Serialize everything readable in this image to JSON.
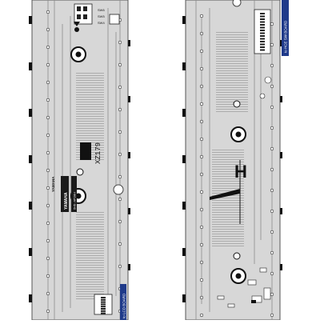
{
  "diagram": {
    "type": "pcb-layout",
    "colors": {
      "board": "#d7d7d7",
      "board_outline": "#555555",
      "trace": "#8c8c8c",
      "pad": "#ffffff",
      "ink": "#111111",
      "label_box": "#1f3a8a"
    },
    "left_board": {
      "model_label": "XZ179",
      "logo_text": "YAMAHA",
      "brand_strip": "YAMAHA",
      "code_strip": "DHS-AP3HH",
      "connector_label": "to LCD BOARD",
      "header_labels": [
        "SW6",
        "SW5",
        "SW4"
      ]
    },
    "right_board": {
      "letter": "H",
      "connector_label": "to HCE SW BOARD"
    }
  }
}
